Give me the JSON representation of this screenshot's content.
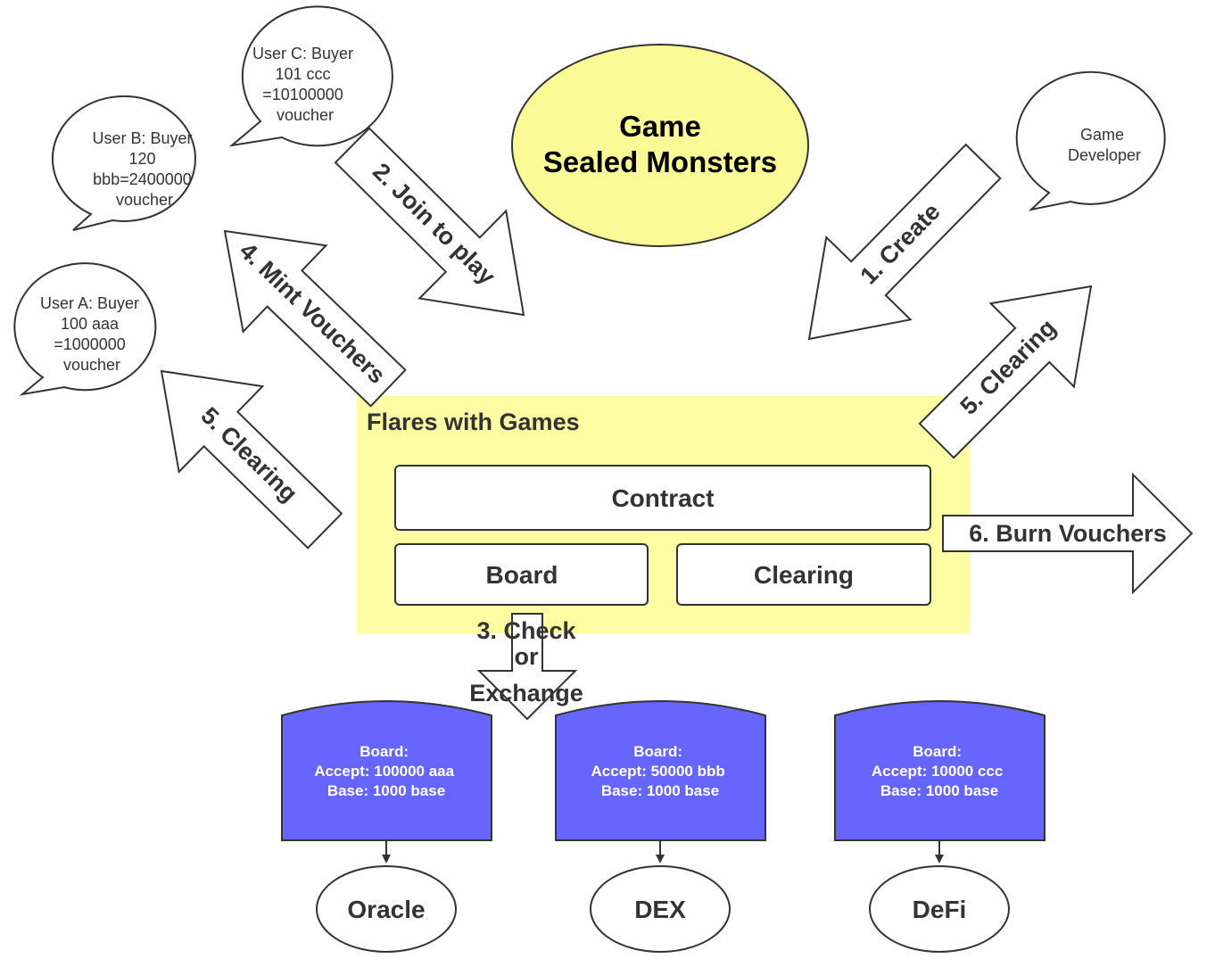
{
  "colors": {
    "game_fill": "#fafa96",
    "container_fill": "#fdfda3",
    "board_fill": "#6666ff",
    "stroke": "#333333",
    "text": "#333333"
  },
  "game": {
    "line1": "Game",
    "line2": "Sealed Monsters"
  },
  "bubbles": {
    "user_c": [
      "User C: Buyer",
      "101 ccc",
      "=10100000",
      "voucher"
    ],
    "user_b": [
      "User B: Buyer",
      "120",
      "bbb=2400000",
      "voucher"
    ],
    "user_a": [
      "User A: Buyer",
      "100 aaa",
      "=1000000",
      "voucher"
    ],
    "developer": [
      "Game",
      "Developer"
    ]
  },
  "arrows": {
    "create": "1. Create",
    "join": "2. Join to play",
    "check": [
      "3. Check",
      "or",
      "Exchange"
    ],
    "mint": "4. Mint Vouchers",
    "clearing_left": "5. Clearing",
    "clearing_right": "5. Clearing",
    "burn": "6. Burn Vouchers"
  },
  "container": {
    "title": "Flares with Games",
    "contract": "Contract",
    "board": "Board",
    "clearing": "Clearing"
  },
  "boards": [
    {
      "lines": [
        "Board:",
        "Accept: 100000 aaa",
        "Base: 1000 base"
      ],
      "target": "Oracle"
    },
    {
      "lines": [
        "Board:",
        "Accept: 50000 bbb",
        "Base: 1000 base"
      ],
      "target": "DEX"
    },
    {
      "lines": [
        "Board:",
        "Accept: 10000 ccc",
        "Base: 1000 base"
      ],
      "target": "DeFi"
    }
  ]
}
